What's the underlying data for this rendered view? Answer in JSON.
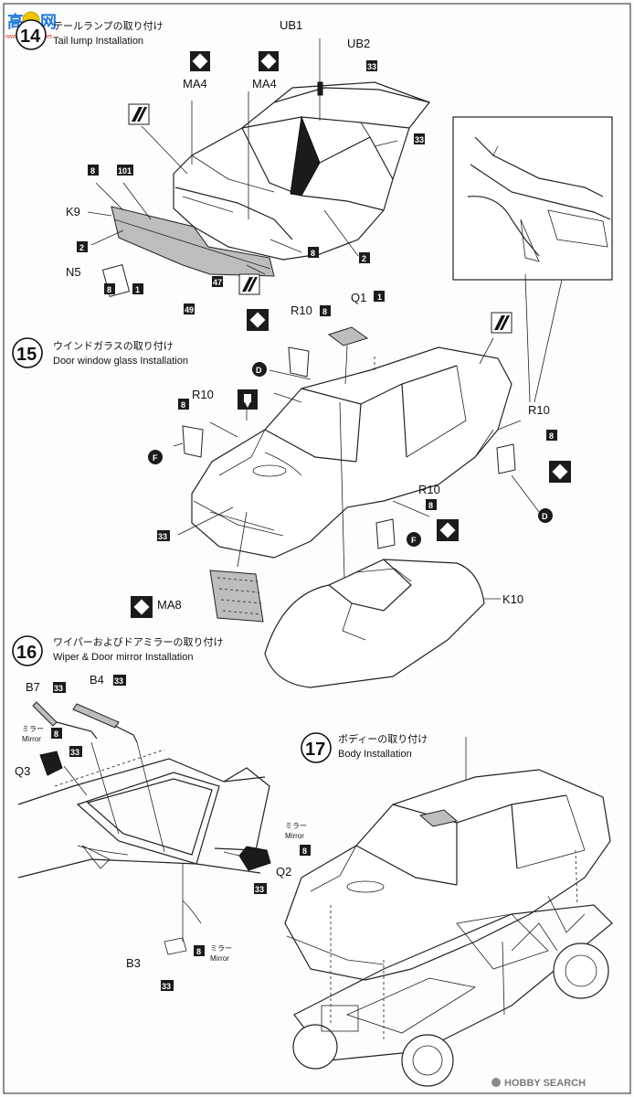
{
  "watermark": {
    "site_top": "高",
    "site_top2": "网",
    "site_url": "www.gkshou.net"
  },
  "steps": [
    {
      "num": "14",
      "jp": "テールランプの取り付け",
      "en": "Tail lump Installation"
    },
    {
      "num": "15",
      "jp": "ウインドガラスの取り付け",
      "en": "Door window glass Installation"
    },
    {
      "num": "16",
      "jp": "ワイパーおよびドアミラーの取り付け",
      "en": "Wiper & Door mirror Installation"
    },
    {
      "num": "17",
      "jp": "ボディーの取り付け",
      "en": "Body Installation"
    }
  ],
  "parts": {
    "ub1": "UB1",
    "ub2": "UB2",
    "ma4": "MA4",
    "k9": "K9",
    "n5": "N5",
    "q1": "Q1",
    "r10": "R10",
    "ma8": "MA8",
    "k10": "K10",
    "b7": "B7",
    "b4": "B4",
    "q3": "Q3",
    "q2": "Q2",
    "b3": "B3"
  },
  "numbers": {
    "n1": "1",
    "n2": "2",
    "n8": "8",
    "n33": "33",
    "n47": "47",
    "n49": "49",
    "n101": "101"
  },
  "letters": {
    "d": "D",
    "f": "F"
  },
  "mirror": {
    "jp": "ミラー",
    "en": "Mirror"
  },
  "footer": {
    "brand": "HOBBY SEARCH"
  }
}
